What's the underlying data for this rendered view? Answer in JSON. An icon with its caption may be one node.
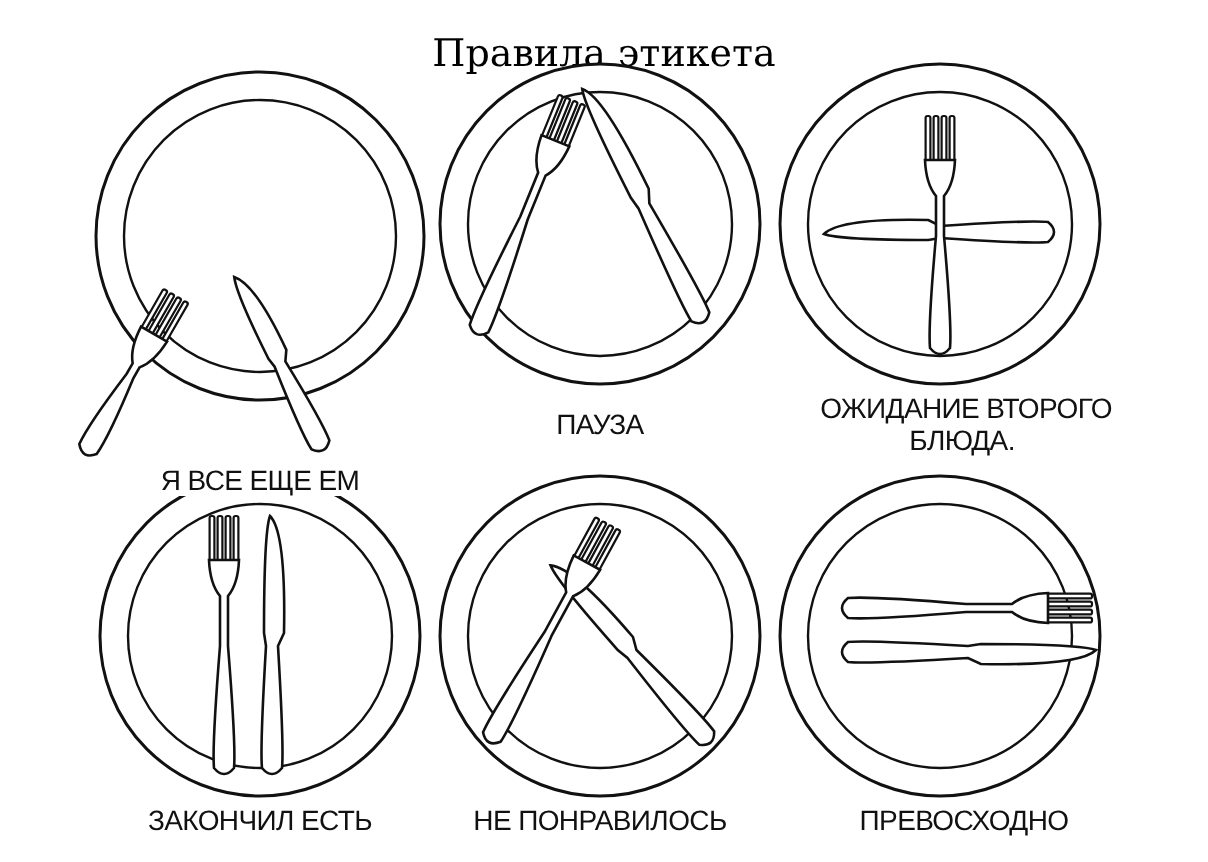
{
  "diagram": {
    "title": "Правила этикета",
    "labels": [
      "Я ВСЕ ЕЩЕ ЕМ",
      "ПАУЗА",
      "ОЖИДАНИЕ ВТОРОГО БЛЮДА.",
      "ЗАКОНЧИЛ ЕСТЬ",
      "НЕ ПОНРАВИЛОСЬ",
      "ПРЕВОСХОДНО"
    ]
  }
}
